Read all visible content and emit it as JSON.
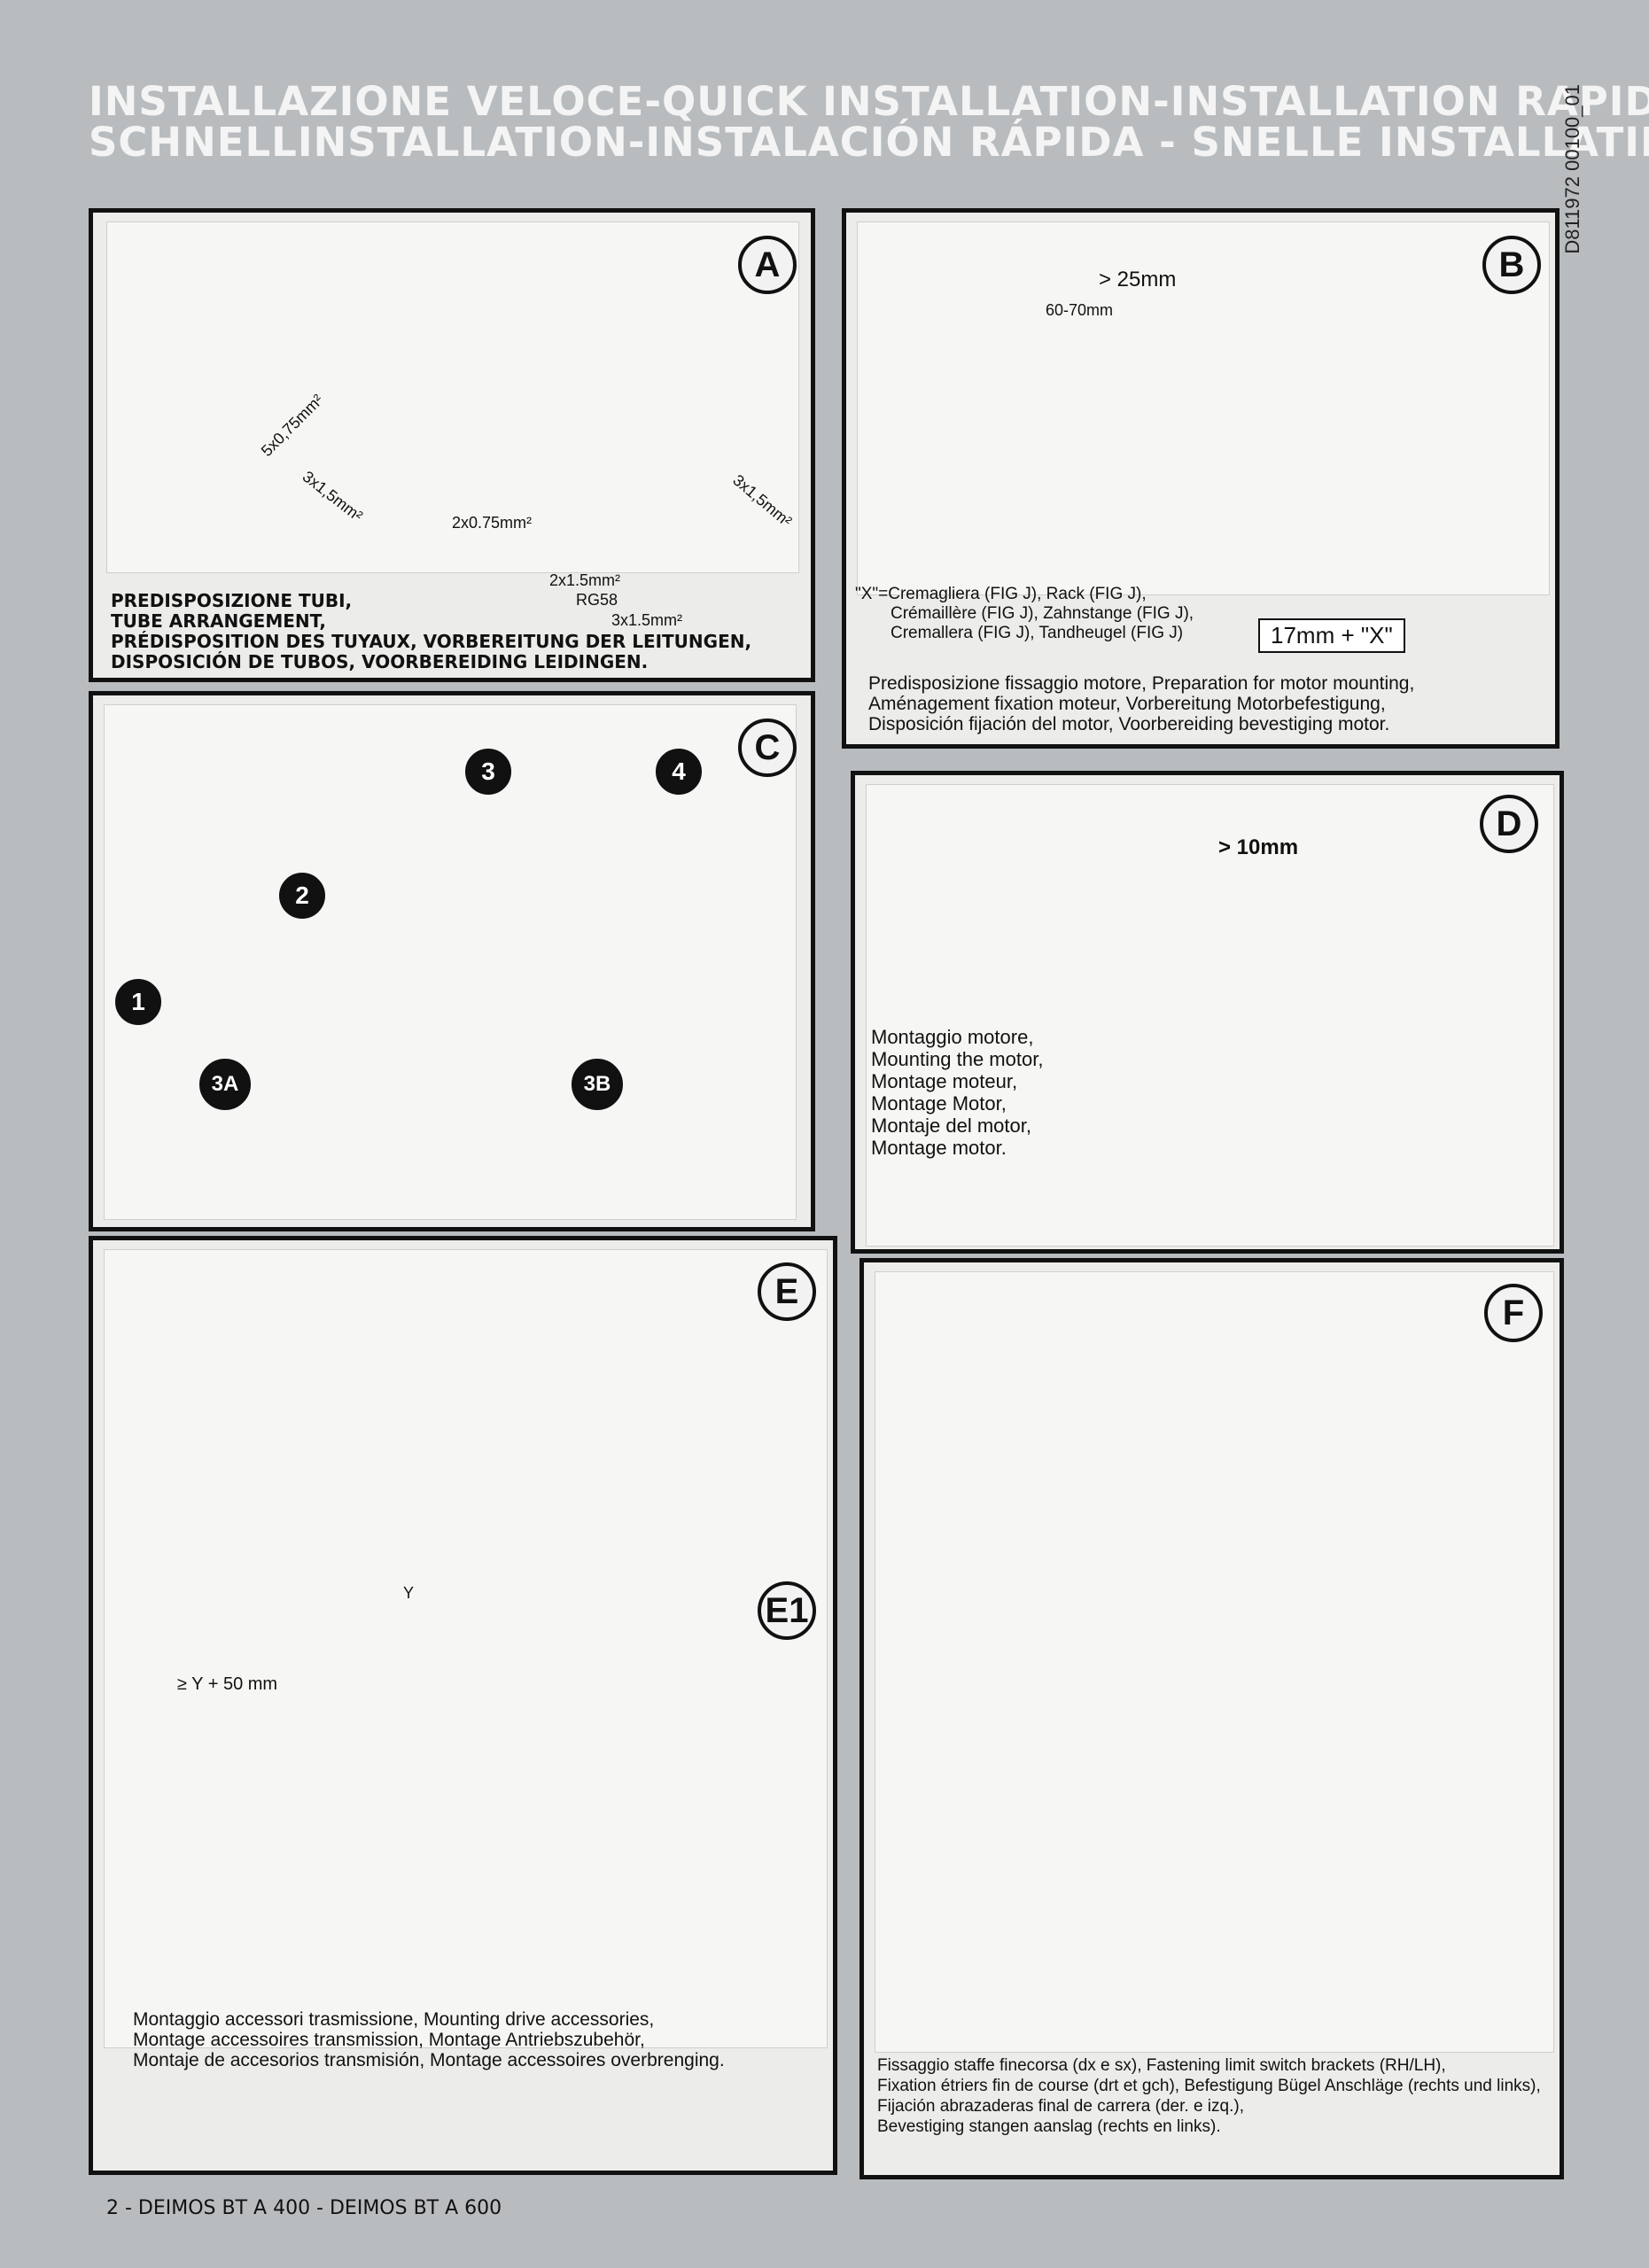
{
  "header": {
    "line1": "INSTALLAZIONE VELOCE-QUICK INSTALLATION-INSTALLATION RAPIDE",
    "line2": "SCHNELLINSTALLATION-INSTALACIÓN RÁPIDA - SNELLE INSTALLATIE"
  },
  "doc_id": "D811972 00100_01",
  "panels": {
    "A": {
      "badge": "A",
      "labels": [
        "5x0,75mm²",
        "3x1,5mm²",
        "2x0.75mm²",
        "3x1,5mm²",
        "2x1.5mm²",
        "RG58",
        "3x1.5mm²"
      ],
      "caption": [
        "PREDISPOSIZIONE TUBI,",
        "TUBE ARRANGEMENT,",
        "PRÉDISPOSITION DES TUYAUX, VORBEREITUNG DER LEITUNGEN,",
        "DISPOSICIÓN DE TUBOS, VOORBEREIDING LEIDINGEN."
      ]
    },
    "B": {
      "badge": "B",
      "dim1": "> 25mm",
      "dim2": "60-70mm",
      "x_note": [
        "\"X\"=Cremagliera (FIG J), Rack (FIG J),",
        "Crémaillère (FIG J), Zahnstange (FIG J),",
        "Cremallera (FIG J), Tandheugel (FIG J)"
      ],
      "box": "17mm + \"X\"",
      "caption": [
        "Predisposizione fissaggio motore, Preparation for motor mounting,",
        "Aménagement fixation moteur, Vorbereitung Motorbefestigung,",
        "Disposición fijación del motor, Voorbereiding bevestiging motor."
      ]
    },
    "C": {
      "badge": "C",
      "steps": [
        "1",
        "2",
        "3",
        "4",
        "3A",
        "3B"
      ]
    },
    "D": {
      "badge": "D",
      "dim": "> 10mm",
      "caption": [
        "Montaggio motore,",
        "Mounting the motor,",
        "Montage moteur,",
        "Montage Motor,",
        "Montaje del motor,",
        "Montage motor."
      ]
    },
    "E": {
      "badge": "E",
      "badge2": "E1",
      "dim_y": "Y",
      "dim_y50": "≥ Y + 50 mm",
      "caption": [
        "Montaggio accessori trasmissione, Mounting drive accessories,",
        "Montage accessoires transmission, Montage Antriebszubehör,",
        "Montaje de accesorios transmisión, Montage accessoires overbrenging."
      ]
    },
    "F": {
      "badge": "F",
      "caption": [
        "Fissaggio staffe finecorsa (dx e sx), Fastening limit switch brackets (RH/LH),",
        "Fixation étriers fin de course (drt et gch), Befestigung Bügel Anschläge (rechts und links),",
        "Fijación abrazaderas final de carrera (der. e izq.),",
        "Bevestiging stangen aanslag (rechts en links)."
      ]
    }
  },
  "footer": "2 - DEIMOS BT A 400 - DEIMOS BT A 600"
}
